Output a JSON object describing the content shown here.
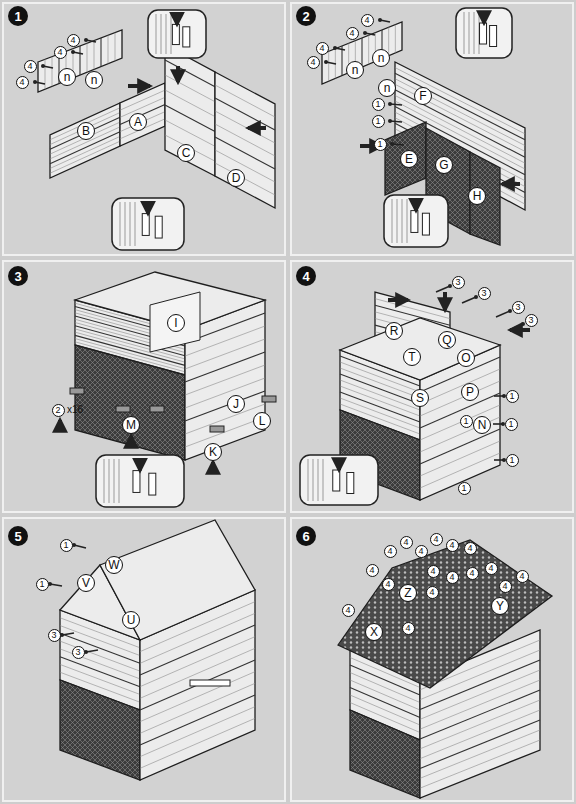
{
  "diagram": {
    "nodes": [
      {
        "text": [
          "1"
        ]
      },
      {
        "text": [
          "4"
        ]
      },
      {
        "text": [
          "4"
        ]
      },
      {
        "text": [
          "4"
        ]
      },
      {
        "text": [
          "4"
        ]
      },
      {
        "text": [
          "n"
        ]
      },
      {
        "text": [
          "n"
        ]
      },
      {
        "text": [
          "A"
        ]
      },
      {
        "text": [
          "B"
        ]
      },
      {
        "text": [
          "C"
        ]
      },
      {
        "text": [
          "D"
        ]
      },
      {
        "text": [
          "2"
        ]
      },
      {
        "text": [
          "4"
        ]
      },
      {
        "text": [
          "4"
        ]
      },
      {
        "text": [
          "4"
        ]
      },
      {
        "text": [
          "4"
        ]
      },
      {
        "text": [
          "n"
        ]
      },
      {
        "text": [
          "n"
        ]
      },
      {
        "text": [
          "n"
        ]
      },
      {
        "text": [
          "1"
        ]
      },
      {
        "text": [
          "1"
        ]
      },
      {
        "text": [
          "1"
        ]
      },
      {
        "text": [
          "F"
        ]
      },
      {
        "text": [
          "E"
        ]
      },
      {
        "text": [
          "G"
        ]
      },
      {
        "text": [
          "H"
        ]
      },
      {
        "text": [
          "3"
        ]
      },
      {
        "text": [
          "I"
        ]
      },
      {
        "text": [
          "2"
        ]
      },
      {
        "text": [
          "M"
        ]
      },
      {
        "text": [
          "J"
        ]
      },
      {
        "text": [
          "K"
        ]
      },
      {
        "text": [
          "L"
        ]
      },
      {
        "text": [
          "4"
        ]
      },
      {
        "text": [
          "3"
        ]
      },
      {
        "text": [
          "3"
        ]
      },
      {
        "text": [
          "3"
        ]
      },
      {
        "text": [
          "3"
        ]
      },
      {
        "text": [
          "R"
        ]
      },
      {
        "text": [
          "Q"
        ]
      },
      {
        "text": [
          "O"
        ]
      },
      {
        "text": [
          "T"
        ]
      },
      {
        "text": [
          "S"
        ]
      },
      {
        "text": [
          "P"
        ]
      },
      {
        "text": [
          "N"
        ]
      },
      {
        "text": [
          "1"
        ]
      },
      {
        "text": [
          "1"
        ]
      },
      {
        "text": [
          "1"
        ]
      },
      {
        "text": [
          "1"
        ]
      },
      {
        "text": [
          "1"
        ]
      },
      {
        "text": [
          "5"
        ]
      },
      {
        "text": [
          "1"
        ]
      },
      {
        "text": [
          "1"
        ]
      },
      {
        "text": [
          "3"
        ]
      },
      {
        "text": [
          "3"
        ]
      },
      {
        "text": [
          "W"
        ]
      },
      {
        "text": [
          "V"
        ]
      },
      {
        "text": [
          "U"
        ]
      },
      {
        "text": [
          "6"
        ]
      },
      {
        "text": [
          "4"
        ]
      },
      {
        "text": [
          "4"
        ]
      },
      {
        "text": [
          "4"
        ]
      },
      {
        "text": [
          "4"
        ]
      },
      {
        "text": [
          "4"
        ]
      },
      {
        "text": [
          "4"
        ]
      },
      {
        "text": [
          "4"
        ]
      },
      {
        "text": [
          "4"
        ]
      },
      {
        "text": [
          "4"
        ]
      },
      {
        "text": [
          "4"
        ]
      },
      {
        "text": [
          "4"
        ]
      },
      {
        "text": [
          "4"
        ]
      },
      {
        "text": [
          "4"
        ]
      },
      {
        "text": [
          "4"
        ]
      },
      {
        "text": [
          "4"
        ]
      },
      {
        "text": [
          "4"
        ]
      },
      {
        "text": [
          "4"
        ]
      },
      {
        "text": [
          "Z"
        ]
      },
      {
        "text": [
          "X"
        ]
      },
      {
        "text": [
          "Y"
        ]
      }
    ],
    "labels": [
      "x16"
    ]
  }
}
